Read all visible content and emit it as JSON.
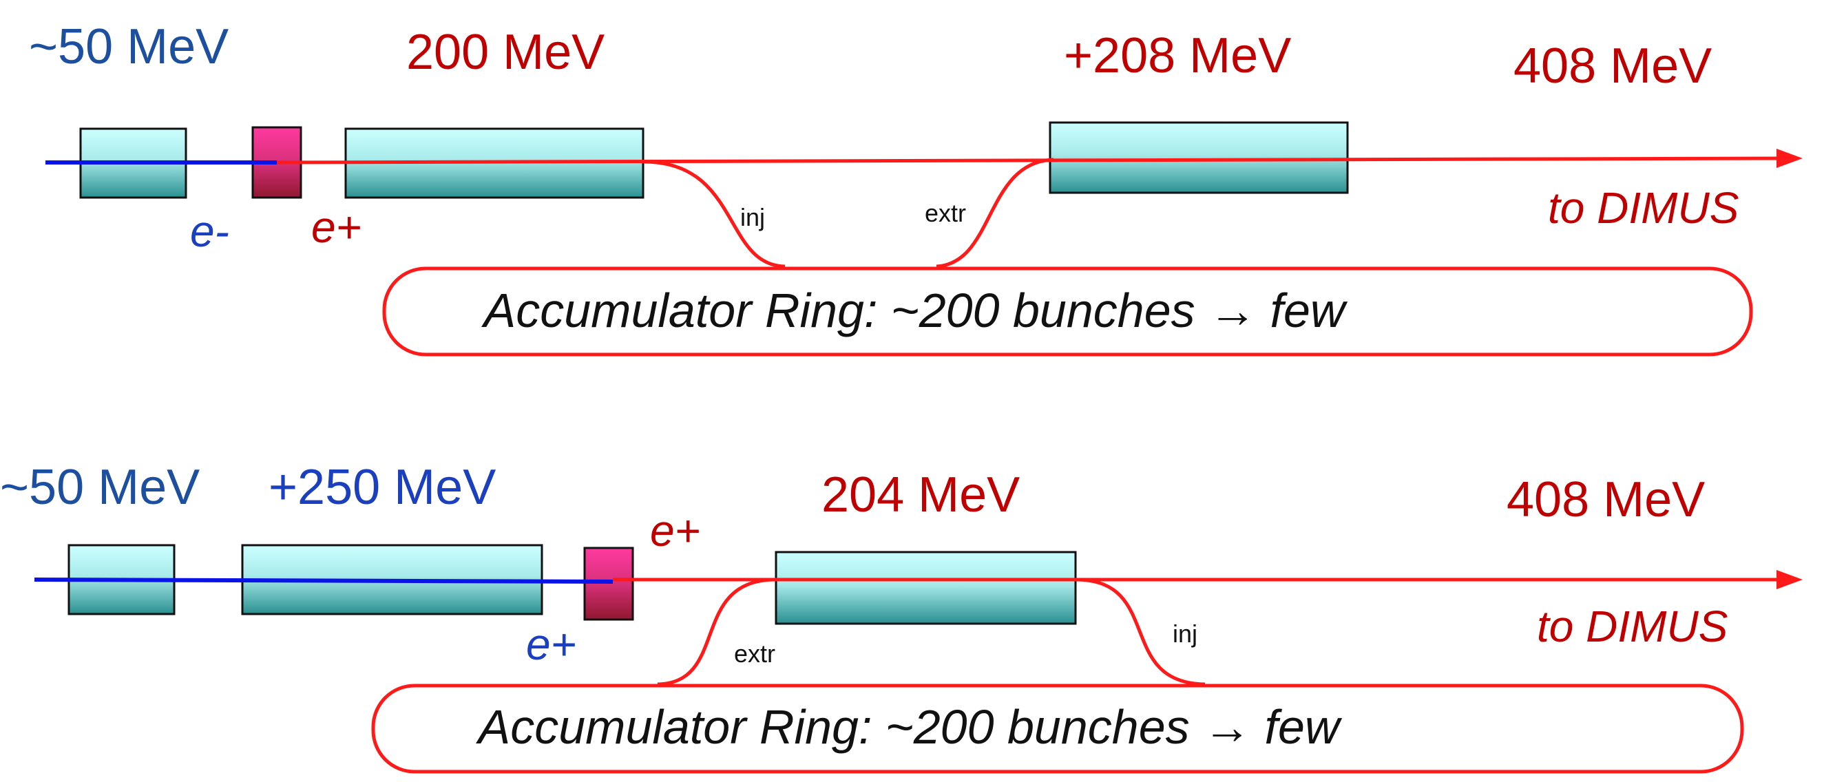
{
  "colors": {
    "blue": "#1a3fbf",
    "blue_text": "#1d4fa0",
    "red": "#c00000",
    "line_red": "#ff1a1a",
    "line_blue": "#0a14e6",
    "cavity_top": "#ccffff",
    "cavity_bottom": "#2a9090",
    "target_top": "#ff3aa0",
    "target_bottom": "#901830"
  },
  "top": {
    "energy_start": "~50 MeV",
    "energy_linac": "200 MeV",
    "energy_boost": "+208 MeV",
    "energy_final": "408 MeV",
    "particle_electron": "e-",
    "particle_positron": "e+",
    "inj_label": "inj",
    "extr_label": "extr",
    "destination": "to  DIMUS",
    "ring_label": "Accumulator Ring: ~200  bunches → few"
  },
  "bottom": {
    "energy_start": "~50 MeV",
    "energy_boost": "+250 MeV",
    "energy_mid": "204 MeV",
    "energy_final": "408 MeV",
    "particle_positron_in": "e+",
    "particle_positron_out": "e+",
    "extr_label": "extr",
    "inj_label": "inj",
    "destination": "to  DIMUS",
    "ring_label": "Accumulator Ring: ~200  bunches → few"
  }
}
